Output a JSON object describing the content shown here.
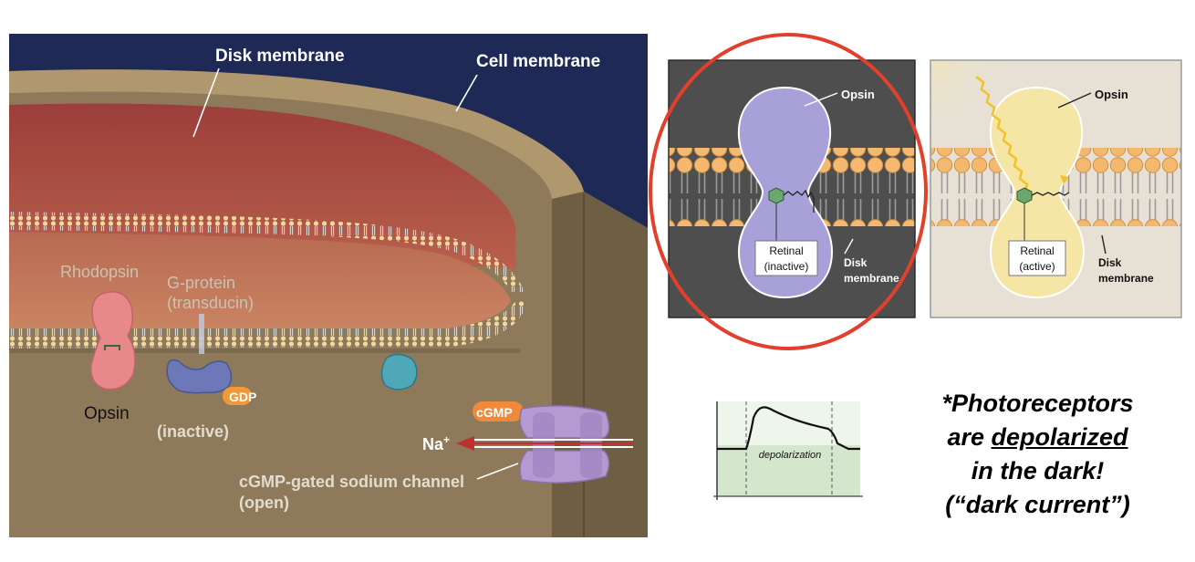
{
  "left_panel": {
    "disk_membrane_label": "Disk membrane",
    "cell_membrane_label": "Cell membrane",
    "rhodopsin_label": "Rhodopsin",
    "g_protein_label": "G-protein",
    "transducin_label": "(transducin)",
    "opsin_label": "Opsin",
    "gdp_label": "GDP",
    "inactive_label": "(inactive)",
    "cgmp_label": "cGMP",
    "na_label": "Na",
    "na_sup": "+",
    "channel_label": "cGMP-gated sodium channel",
    "channel_state": "(open)"
  },
  "inactive_panel": {
    "opsin_label": "Opsin",
    "retinal_label": "Retinal",
    "retinal_state": "(inactive)",
    "disk_label": "Disk",
    "membrane_label": "membrane"
  },
  "active_panel": {
    "opsin_label": "Opsin",
    "retinal_label": "Retinal",
    "retinal_state": "(active)",
    "disk_label": "Disk",
    "membrane_label": "membrane"
  },
  "trace": {
    "label": "depolarization"
  },
  "note": {
    "line1": "*Photoreceptors",
    "line2_pre": "are ",
    "line2_em": "depolarized",
    "line3": "in the dark!",
    "line4": "(“dark current”)"
  },
  "colors": {
    "background_navy": "#1e2a55",
    "cytoplasm_tan": "#8e7a5a",
    "disk_red": "#a24a40",
    "rhodopsin_pink": "#e8888a",
    "gprotein_blue": "#6c78b8",
    "channel_violet": "#b49ad0",
    "opsin_inactive_lavender": "#a8a0d8",
    "opsin_active_yellow": "#f6e6a6",
    "highlight_circle_red": "#e0402c",
    "trace_bg_green": "#dcecd4"
  }
}
